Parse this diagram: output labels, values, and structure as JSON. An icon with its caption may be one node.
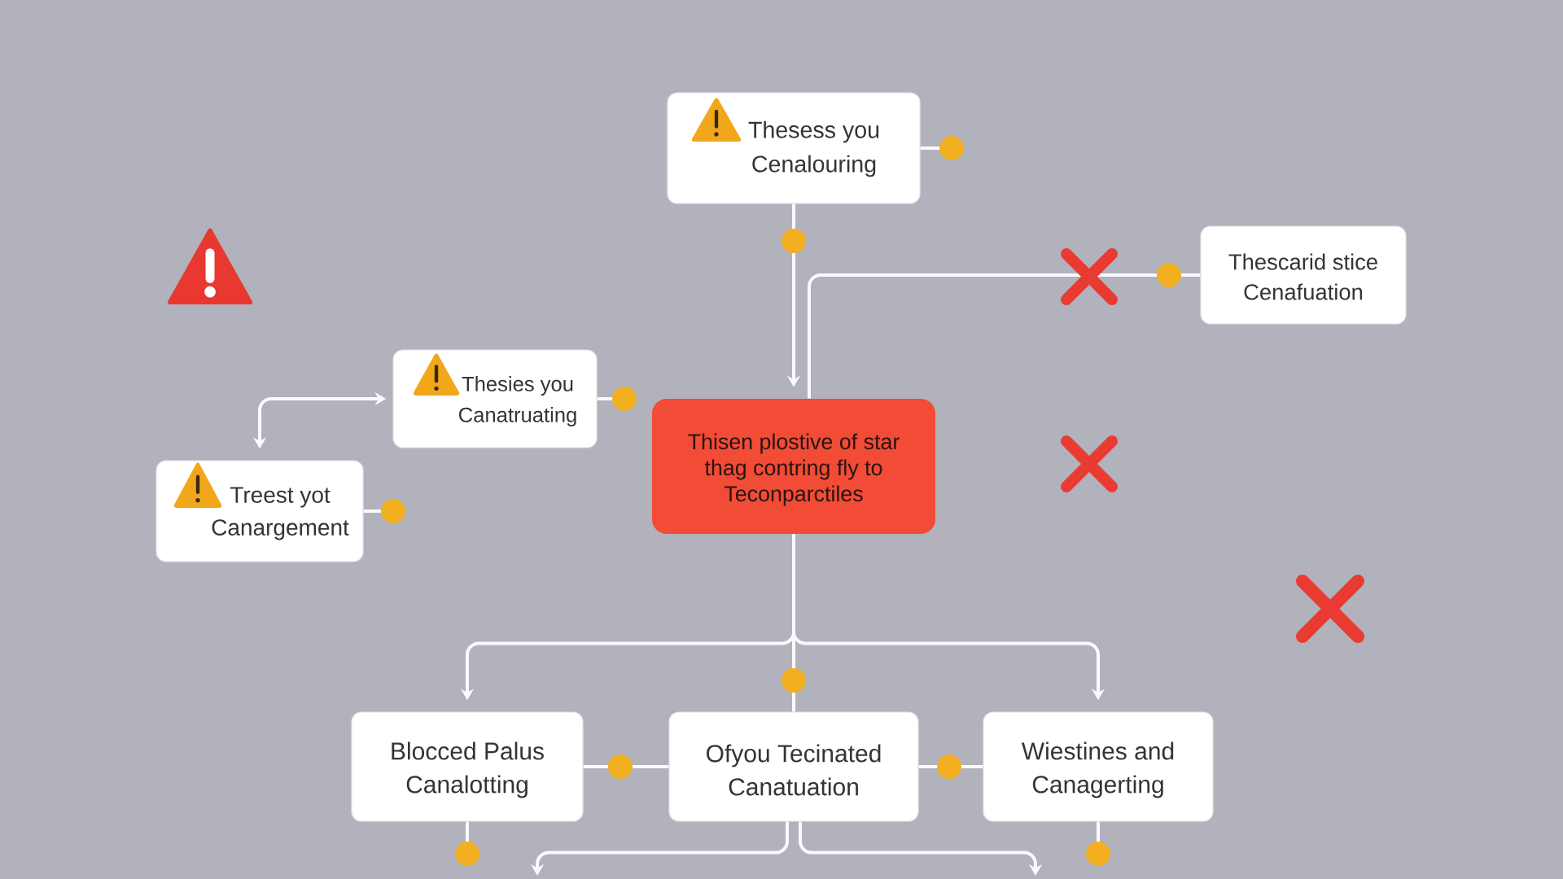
{
  "diagram": {
    "nodes": [
      {
        "text": [
          "Thesess you Cenalouring"
        ]
      },
      {
        "text": [
          "Thescarid stice Cenafuation"
        ]
      },
      {
        "text": [
          "Thesies you Canatruating"
        ]
      },
      {
        "text": [
          "Treest yot Canargement"
        ]
      },
      {
        "text": [
          "Thisen plostive of star thag contring fly to Teconparctiles"
        ]
      },
      {
        "text": [
          "Blocced Palus Canalotting"
        ]
      },
      {
        "text": [
          "Ofyou Tecinated Canatuation"
        ]
      },
      {
        "text": [
          "Wiestines and Canagerting"
        ]
      }
    ],
    "edges": [
      {
        "from": 0,
        "to": 4,
        "arrow": "to"
      },
      {
        "from": 1,
        "to": 4,
        "arrow": "none"
      },
      {
        "from": 3,
        "to": 2,
        "arrow": "both"
      },
      {
        "from": 4,
        "to": 5,
        "arrow": "to"
      },
      {
        "from": 4,
        "to": 6,
        "arrow": "none"
      },
      {
        "from": 4,
        "to": 7,
        "arrow": "to"
      },
      {
        "from": 5,
        "to": 6,
        "arrow": "none"
      },
      {
        "from": 6,
        "to": 7,
        "arrow": "none"
      },
      {
        "from": 6,
        "to": null,
        "arrow": "to"
      },
      {
        "from": 6,
        "to": null,
        "arrow": "to"
      },
      {
        "from": 0,
        "to": null,
        "arrow": "other"
      },
      {
        "from": 2,
        "to": null,
        "arrow": "other"
      },
      {
        "from": 3,
        "to": null,
        "arrow": "other"
      },
      {
        "from": 5,
        "to": null,
        "arrow": "other"
      },
      {
        "from": 7,
        "to": null,
        "arrow": "other"
      }
    ]
  }
}
